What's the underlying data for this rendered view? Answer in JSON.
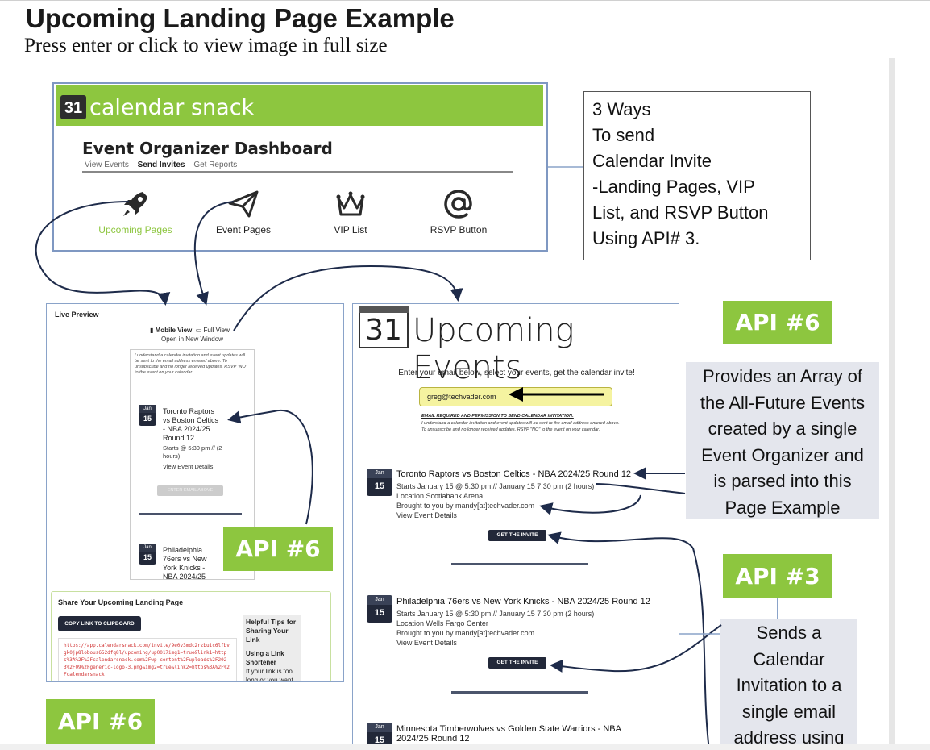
{
  "page": {
    "title": "Upcoming Landing Page Example",
    "subtitle": "Press enter or click to view image in full size"
  },
  "dashboard": {
    "calendar_icon_number": "31",
    "brand": "calendar snack",
    "title": "Event Organizer Dashboard",
    "nav": [
      "View Events",
      "Send Invites",
      "Get Reports"
    ],
    "items": [
      {
        "label": "Upcoming Pages",
        "icon": "rocket-icon"
      },
      {
        "label": "Event Pages",
        "icon": "paper-plane-icon"
      },
      {
        "label": "VIP List",
        "icon": "crown-icon"
      },
      {
        "label": "RSVP Button",
        "icon": "at-icon"
      }
    ]
  },
  "callouts": {
    "ways": [
      "3 Ways",
      "To send",
      "Calendar Invite",
      "-Landing Pages, VIP",
      "List, and RSVP Button",
      "Using API# 3."
    ],
    "api6_top": "API #6",
    "api6_desc": [
      "Provides an Array of",
      "the All-Future Events",
      "created by a single",
      "Event Organizer and",
      "is parsed into this",
      "Page Example"
    ],
    "api3": "API #3",
    "api3_desc": [
      "Sends a",
      "Calendar",
      "Invitation to a",
      "single email",
      "address using"
    ],
    "api6_mid": "API #6",
    "api6_bottom": "API #6"
  },
  "preview": {
    "label": "Live Preview",
    "mobile_view": "Mobile View",
    "full_view": "Full View",
    "open_new": "Open in New Window",
    "disclaimer": "I understand a calendar invitation and event updates will be sent to the email address entered above. To unsubscribe and no longer received updates, RSVP \"NO\" to the event on your calendar.",
    "events": [
      {
        "month": "Jan",
        "day": "15",
        "name": [
          "Toronto Raptors",
          "vs Boston Celtics",
          "- NBA 2024/25",
          "Round 12"
        ],
        "starts": [
          "Starts @ 5:30 pm // (2",
          "hours)"
        ],
        "details": "View Event Details",
        "button": "ENTER EMAIL ABOVE"
      },
      {
        "month": "Jan",
        "day": "15",
        "name": [
          "Philadelphia",
          "76ers vs New",
          "York Knicks -",
          "NBA 2024/25"
        ]
      }
    ],
    "share": {
      "title": "Share Your Upcoming Landing Page",
      "copy_button": "COPY LINK TO CLIPBOARD",
      "url": "https://app.calendarsnack.com/invite/9e0v3mdc2rzbuic6lfbvgk0jp8lobous652dfq8l/upcoming/up0017img1=true&link1=https%3A%2F%2Fcalendarsnack.com%2Fwp-content%2Fuploads%2F2023%2F09%2Fgeneric-logo-3.png&img2=true&link2=https%3A%2F%2Fcalendarsnack",
      "tips_title": "Helpful Tips for Sharing Your Link",
      "tips_sub": "Using a Link Shortener",
      "tips_body": "If your link is too long or you want to track clicks, consider using a link"
    }
  },
  "events_page": {
    "logo_number": "31",
    "title": "Upcoming Events",
    "intro": "Enter your email below, select your events, get the calendar invite!",
    "email_value": "greg@techvader.com",
    "disclaimer_title": "EMAIL REQUIRED AND PERMISSION TO SEND CALENDAR INVITATION:",
    "disclaimer": "I understand a calendar invitation and event updates will be sent to the email address entered above. To unsubscribe and no longer received updates, RSVP \"NO\" to the event on your calendar.",
    "events": [
      {
        "month": "Jan",
        "day": "15",
        "name": "Toronto Raptors vs Boston Celtics - NBA 2024/25 Round 12",
        "starts": "Starts January 15 @ 5:30 pm // January 15 7:30 pm (2 hours)",
        "location": "Location Scotiabank Arena",
        "brought": "Brought to you by mandy[at]techvader.com",
        "details": "View Event Details",
        "button": "GET THE INVITE"
      },
      {
        "month": "Jan",
        "day": "15",
        "name": "Philadelphia 76ers vs New York Knicks - NBA 2024/25 Round 12",
        "starts": "Starts January 15 @ 5:30 pm // January 15 7:30 pm (2 hours)",
        "location": "Location Wells Fargo Center",
        "brought": "Brought to you by mandy[at]techvader.com",
        "details": "View Event Details",
        "button": "GET THE INVITE"
      },
      {
        "month": "Jan",
        "day": "15",
        "name": "Minnesota Timberwolves vs Golden State Warriors - NBA",
        "name2": "2024/25 Round 12"
      }
    ]
  },
  "colors": {
    "brand_green": "#8dc63f",
    "navy": "#222839",
    "callout_gray": "#e4e6ed",
    "frame_blue": "#8aa3c9"
  }
}
